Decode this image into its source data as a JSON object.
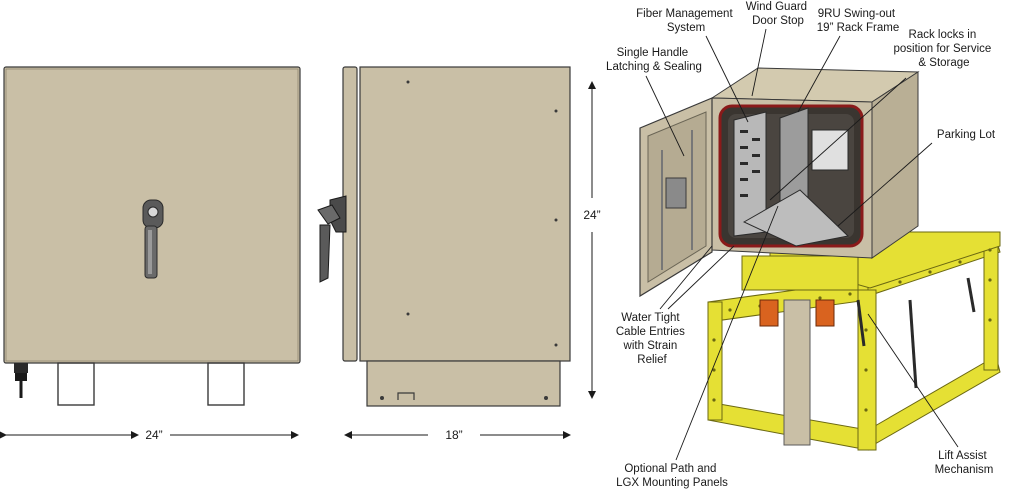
{
  "dimensions": {
    "front_width": "24”",
    "side_depth": "18”",
    "height": "24”"
  },
  "callouts": {
    "fiber_management": [
      "Fiber Management",
      "System"
    ],
    "wind_guard": [
      "Wind Guard",
      "Door Stop"
    ],
    "rack_frame": [
      "9RU Swing-out",
      "19” Rack Frame"
    ],
    "rack_locks": [
      "Rack locks in",
      "position for Service",
      "& Storage"
    ],
    "single_handle": [
      "Single Handle",
      "Latching & Sealing"
    ],
    "parking_lot": [
      "Parking Lot"
    ],
    "cable_entries": [
      "Water Tight",
      "Cable Entries",
      "with Strain",
      "Relief"
    ],
    "optional_path": [
      "Optional Path and",
      "LGX Mounting Panels"
    ],
    "lift_assist": [
      "Lift Assist",
      "Mechanism"
    ]
  },
  "colors": {
    "enclosure": "#c9bfa6",
    "enclosure_dark": "#a89e86",
    "stand": "#e5e034",
    "stand_dark": "#b6b21f",
    "orange": "#d9631f",
    "outline": "#3a3a3a"
  }
}
